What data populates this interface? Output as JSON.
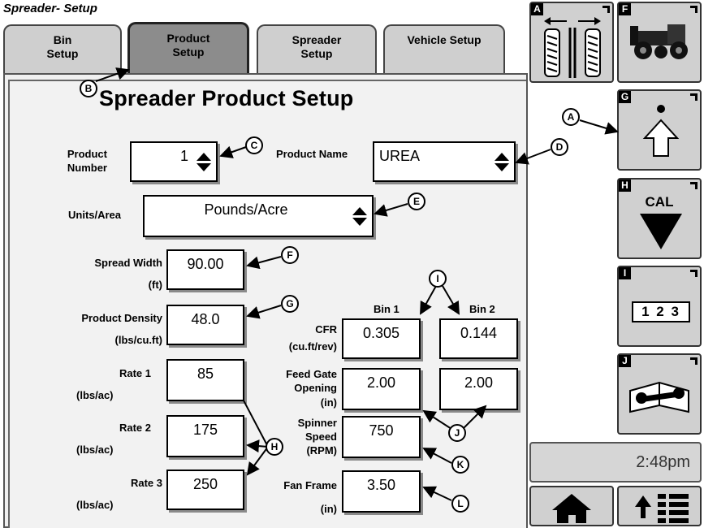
{
  "window_title": "Spreader- Setup",
  "tabs": [
    {
      "label": "Bin\nSetup"
    },
    {
      "label": "Product\nSetup"
    },
    {
      "label": "Spreader\nSetup"
    },
    {
      "label": "Vehicle Setup"
    }
  ],
  "page_title": "Spreader Product Setup",
  "product_number": {
    "label": "Product\nNumber",
    "value": "1"
  },
  "product_name": {
    "label": "Product Name",
    "value": "UREA"
  },
  "units_area": {
    "label": "Units/Area",
    "value": "Pounds/Acre"
  },
  "spread_width": {
    "label": "Spread Width",
    "unit": "(ft)",
    "value": "90.00"
  },
  "product_density": {
    "label": "Product Density",
    "unit": "(lbs/cu.ft)",
    "value": "48.0"
  },
  "rates": [
    {
      "label": "Rate 1",
      "unit": "(lbs/ac)",
      "value": "85"
    },
    {
      "label": "Rate 2",
      "unit": "(lbs/ac)",
      "value": "175"
    },
    {
      "label": "Rate 3",
      "unit": "(lbs/ac)",
      "value": "250"
    }
  ],
  "bins": {
    "bin1_label": "Bin 1",
    "bin2_label": "Bin 2"
  },
  "cfr": {
    "label": "CFR",
    "unit": "(cu.ft/rev)",
    "bin1": "0.305",
    "bin2": "0.144"
  },
  "feed_gate": {
    "label": "Feed Gate\nOpening",
    "unit": "(in)",
    "bin1": "2.00",
    "bin2": "2.00"
  },
  "spinner_speed": {
    "label": "Spinner\nSpeed\n(RPM)",
    "value": "750"
  },
  "fan_frame": {
    "label": "Fan Frame",
    "unit": "(in)",
    "value": "3.50"
  },
  "softkeys": {
    "A": {
      "letter": "A",
      "icon": "track-width-icon"
    },
    "F": {
      "letter": "F",
      "icon": "spreader-vehicle-icon"
    },
    "G": {
      "letter": "G",
      "icon": "up-arrow-dot-icon"
    },
    "H": {
      "letter": "H",
      "label": "CAL",
      "icon": "down-triangle-icon"
    },
    "I": {
      "letter": "I",
      "label": "1 2 3",
      "icon": "numeric-entry-icon"
    },
    "J": {
      "letter": "J",
      "icon": "manual-wrench-icon"
    }
  },
  "clock": "2:48pm",
  "callouts": [
    "A",
    "B",
    "C",
    "D",
    "E",
    "F",
    "G",
    "H",
    "I",
    "J",
    "K",
    "L"
  ]
}
